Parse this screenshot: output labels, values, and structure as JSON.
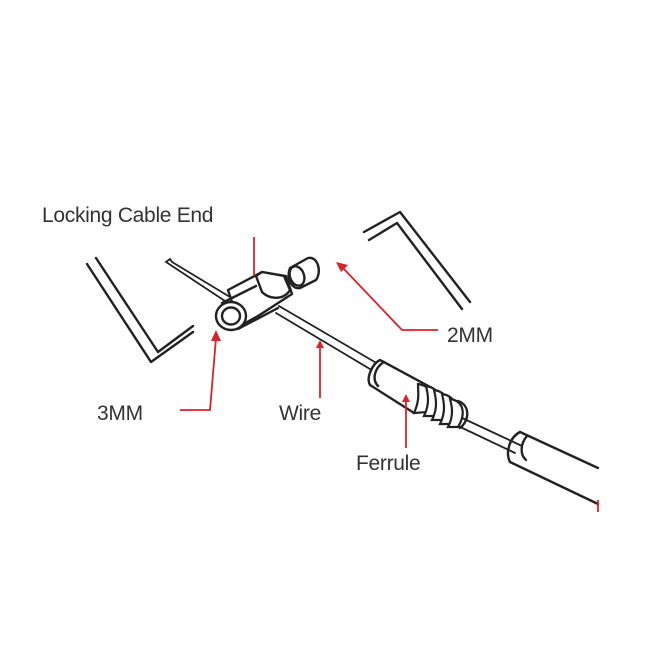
{
  "labels": {
    "locking_cable_end": "Locking Cable End",
    "two_mm": "2MM",
    "three_mm": "3MM",
    "wire": "Wire",
    "ferrule": "Ferrule"
  },
  "colors": {
    "callout": "#d8232a",
    "outline": "#222222",
    "text": "#333333",
    "background": "#ffffff"
  },
  "icons": {
    "left_tool": "hex-key-3mm",
    "right_tool": "hex-key-2mm"
  }
}
